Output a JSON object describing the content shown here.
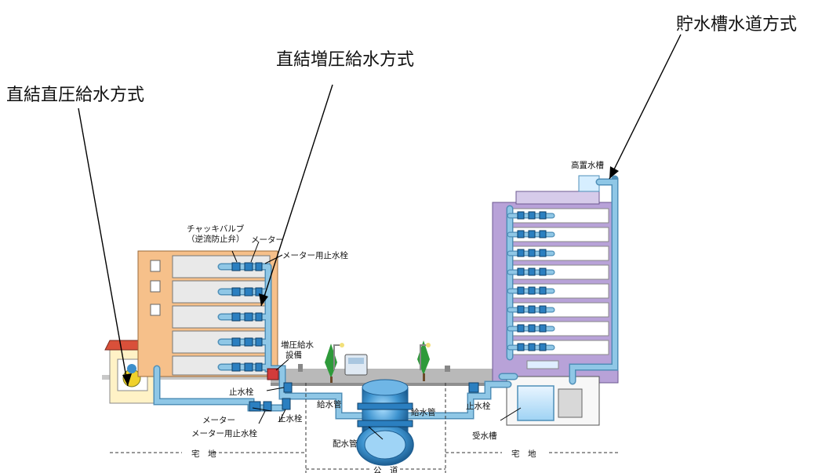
{
  "titles": {
    "direct_pressure": "直結直圧給水方式",
    "booster": "直結増圧給水方式",
    "tank": "貯水槽水道方式"
  },
  "labels": {
    "check_valve_line1": "チャッキバルブ",
    "check_valve_line2": "（逆流防止弁）",
    "meter_top": "メーター",
    "meter_stopcock_top": "メーター用止水栓",
    "booster_equipment_line1": "増圧給水",
    "booster_equipment_line2": "設備",
    "stopcock_left": "止水栓",
    "supply_pipe_left": "給水管",
    "meter_bottom": "メーター",
    "stopcock_bottom": "止水栓",
    "meter_stopcock_bottom": "メーター用止水栓",
    "distribution_main": "配水管",
    "supply_pipe_right": "給水管",
    "stopcock_right": "止水栓",
    "receiving_tank": "受水槽",
    "elevated_tank": "高置水槽",
    "residential_left": "宅　地",
    "public_road": "公　道",
    "residential_right": "宅　地"
  },
  "colors": {
    "pipe": "#8fc7e6",
    "pipe_edge": "#4f8fb8",
    "low_building": "#f6c08a",
    "tower": "#b8a2d8",
    "main_pipe": "#2b7fc0",
    "roof": "#d9503a"
  }
}
